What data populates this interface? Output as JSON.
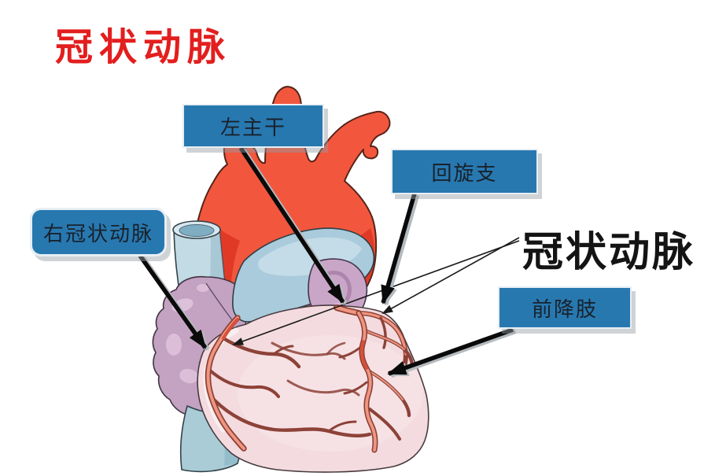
{
  "title": {
    "text": "冠状动脉",
    "color": "#e31e1e"
  },
  "big_label": {
    "text": "冠状动脉",
    "color": "#141414"
  },
  "callouts": {
    "left_main": {
      "label": "左主干"
    },
    "circumflex": {
      "label": "回旋支"
    },
    "right_coronary": {
      "label": "右冠状动脉"
    },
    "anterior_descending": {
      "label": "前降肢"
    }
  },
  "colors": {
    "callout_box": "#2878b0",
    "callout_text": "#18222c",
    "title_red": "#e31e1e",
    "aorta": "#f2573d",
    "aorta_shade": "#e03a27",
    "pulmonary_trunk": "#a9cbdb",
    "pulmonary_highlight": "#c6dee9",
    "vena_cava": "#c2dbe5",
    "atrium_purple": "#c4a2c2",
    "appendage_purple": "#c9a6c8",
    "heart_body_pink": "#f3dbdf",
    "vessel_outline": "#8e4034",
    "vessel_fill": "#ee9682",
    "arrow_black": "#000000"
  },
  "diagram": {
    "subject": "heart coronary arteries labeled illustration"
  }
}
